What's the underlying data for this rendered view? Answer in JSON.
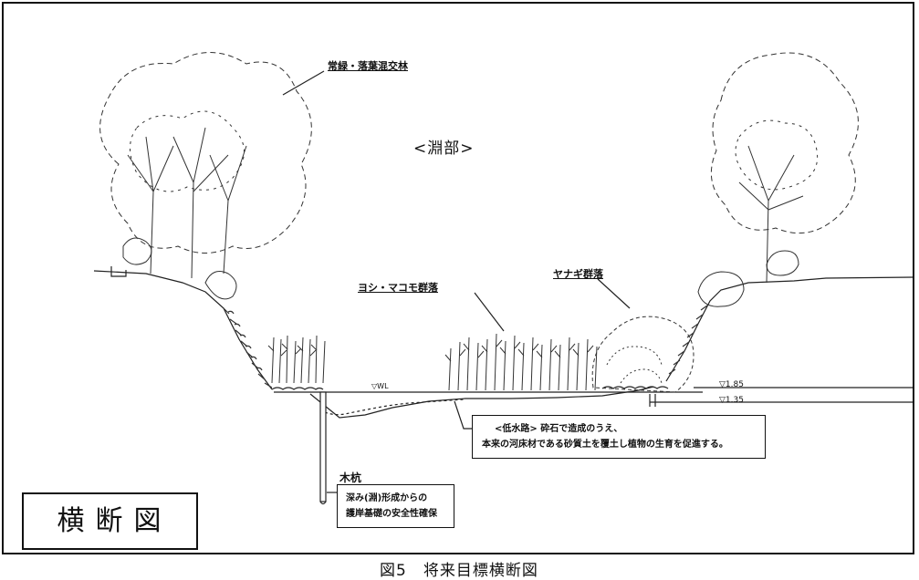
{
  "section_name": "<淵部>",
  "labels": {
    "mixed_forest": "常緑・落葉混交林",
    "reed_community": "ヨシ・マコモ群落",
    "willow_community": "ヤナギ群落",
    "water_level": "▽WL",
    "level_1": "▽1.85",
    "level_2": "▽1.35",
    "wooden_pile": "木杭"
  },
  "low_water_channel_note": {
    "line1": "<低水路> 砕石で造成のうえ、",
    "line2": "本来の河床材である砂質土を覆土し植物の生育を促進する。"
  },
  "pile_note": {
    "line1": "深み(淵)形成からの",
    "line2": "護岸基礎の安全性確保"
  },
  "title_box": "横断図",
  "caption": "図5　将来目標横断図"
}
